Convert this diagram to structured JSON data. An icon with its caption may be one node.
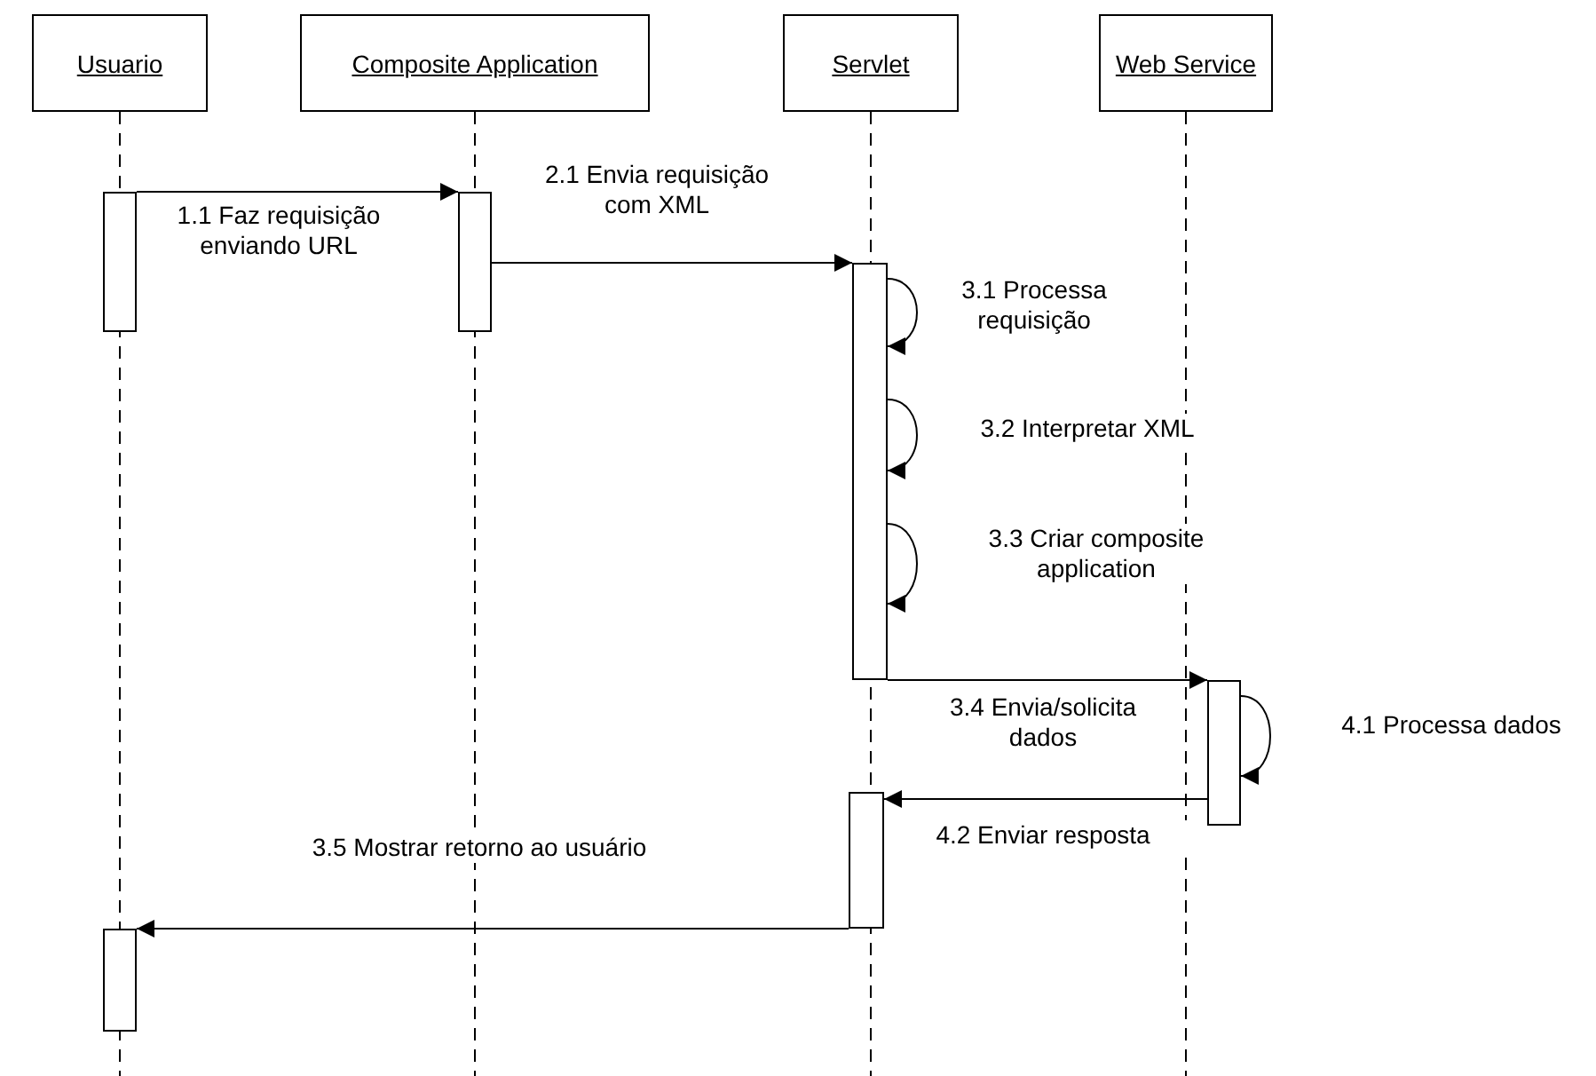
{
  "diagram": {
    "nodes": [
      {
        "text": [
          "Usuario"
        ]
      },
      {
        "text": [
          "Composite Application"
        ]
      },
      {
        "text": [
          "Servlet"
        ]
      },
      {
        "text": [
          "Web Service"
        ]
      },
      {
        "text": [],
        "shape": "bar"
      },
      {
        "text": [],
        "shape": "bar"
      },
      {
        "text": [],
        "shape": "bar"
      },
      {
        "text": [],
        "shape": "bar"
      },
      {
        "text": [],
        "shape": "bar"
      },
      {
        "text": [],
        "shape": "bar"
      }
    ],
    "edges": [
      {
        "from": 4,
        "to": 5,
        "arrow": "to",
        "label": "1.1 Faz requisição enviando URL"
      },
      {
        "from": 5,
        "to": 6,
        "arrow": "to",
        "label": "2.1 Envia requisição com XML"
      },
      {
        "from": 6,
        "to": 6,
        "arrow": "to",
        "label": "3.1 Processa requisição"
      },
      {
        "from": 6,
        "to": 6,
        "arrow": "to",
        "label": "3.2 Interpretar XML"
      },
      {
        "from": 6,
        "to": 6,
        "arrow": "to",
        "label": "3.3 Criar composite application"
      },
      {
        "from": 6,
        "to": 7,
        "arrow": "to",
        "label": "3.4 Envia/solicita dados"
      },
      {
        "from": 7,
        "to": 7,
        "arrow": "to",
        "label": "4.1 Processa dados"
      },
      {
        "from": 7,
        "to": 8,
        "arrow": "to",
        "label": "4.2 Enviar resposta"
      },
      {
        "from": 8,
        "to": 9,
        "arrow": "to",
        "label": "3.5 Mostrar retorno ao usuário"
      }
    ]
  }
}
